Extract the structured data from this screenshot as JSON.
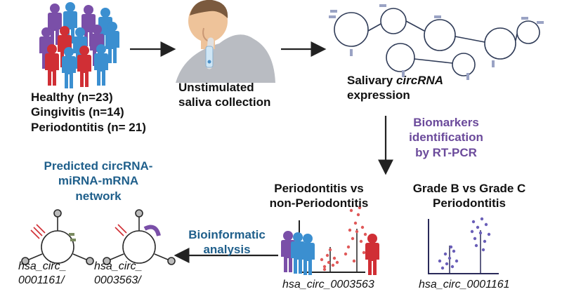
{
  "cohort": {
    "lines": [
      "Healthy (n=23)",
      "Gingivitis (n=14)",
      "Periodontitis (n= 21)"
    ]
  },
  "collection": {
    "line1": "Unstimulated",
    "line2": "saliva collection"
  },
  "expression": {
    "line1_prefix": "Salivary ",
    "line1_italic": "circRNA",
    "line2": "expression"
  },
  "biomarkers": {
    "lines": [
      "Biomarkers",
      "identification",
      "by RT-PCR"
    ],
    "color": "#6b4a9b"
  },
  "comparison_1": {
    "line1": "Periodontitis vs",
    "line2": "non-Periodontitis",
    "gene": "hsa_circ_0003563"
  },
  "comparison_2": {
    "line1": "Grade B vs Grade C",
    "line2": "Periodontitis",
    "gene": "hsa_circ_0001161"
  },
  "bioinformatic": {
    "lines": [
      "Bioinformatic",
      "analysis"
    ],
    "color": "#1f5f8b"
  },
  "network": {
    "lines": [
      "Predicted circRNA-",
      "miRNA-mRNA",
      "network"
    ],
    "color": "#1f5f8b",
    "gene1": [
      "hsa_circ_",
      "0001161/"
    ],
    "gene2": [
      "hsa_circ_",
      "0003563/"
    ]
  },
  "colors": {
    "healthy": "#3b8fd0",
    "gingivitis": "#7a4fa8",
    "periodontitis": "#d02f35",
    "arrow": "#222222"
  },
  "icons": [
    "people-group-icon",
    "person-spitting-icon",
    "circrna-structure-icon",
    "scatter-plot-icon",
    "circrna-network-icon"
  ]
}
